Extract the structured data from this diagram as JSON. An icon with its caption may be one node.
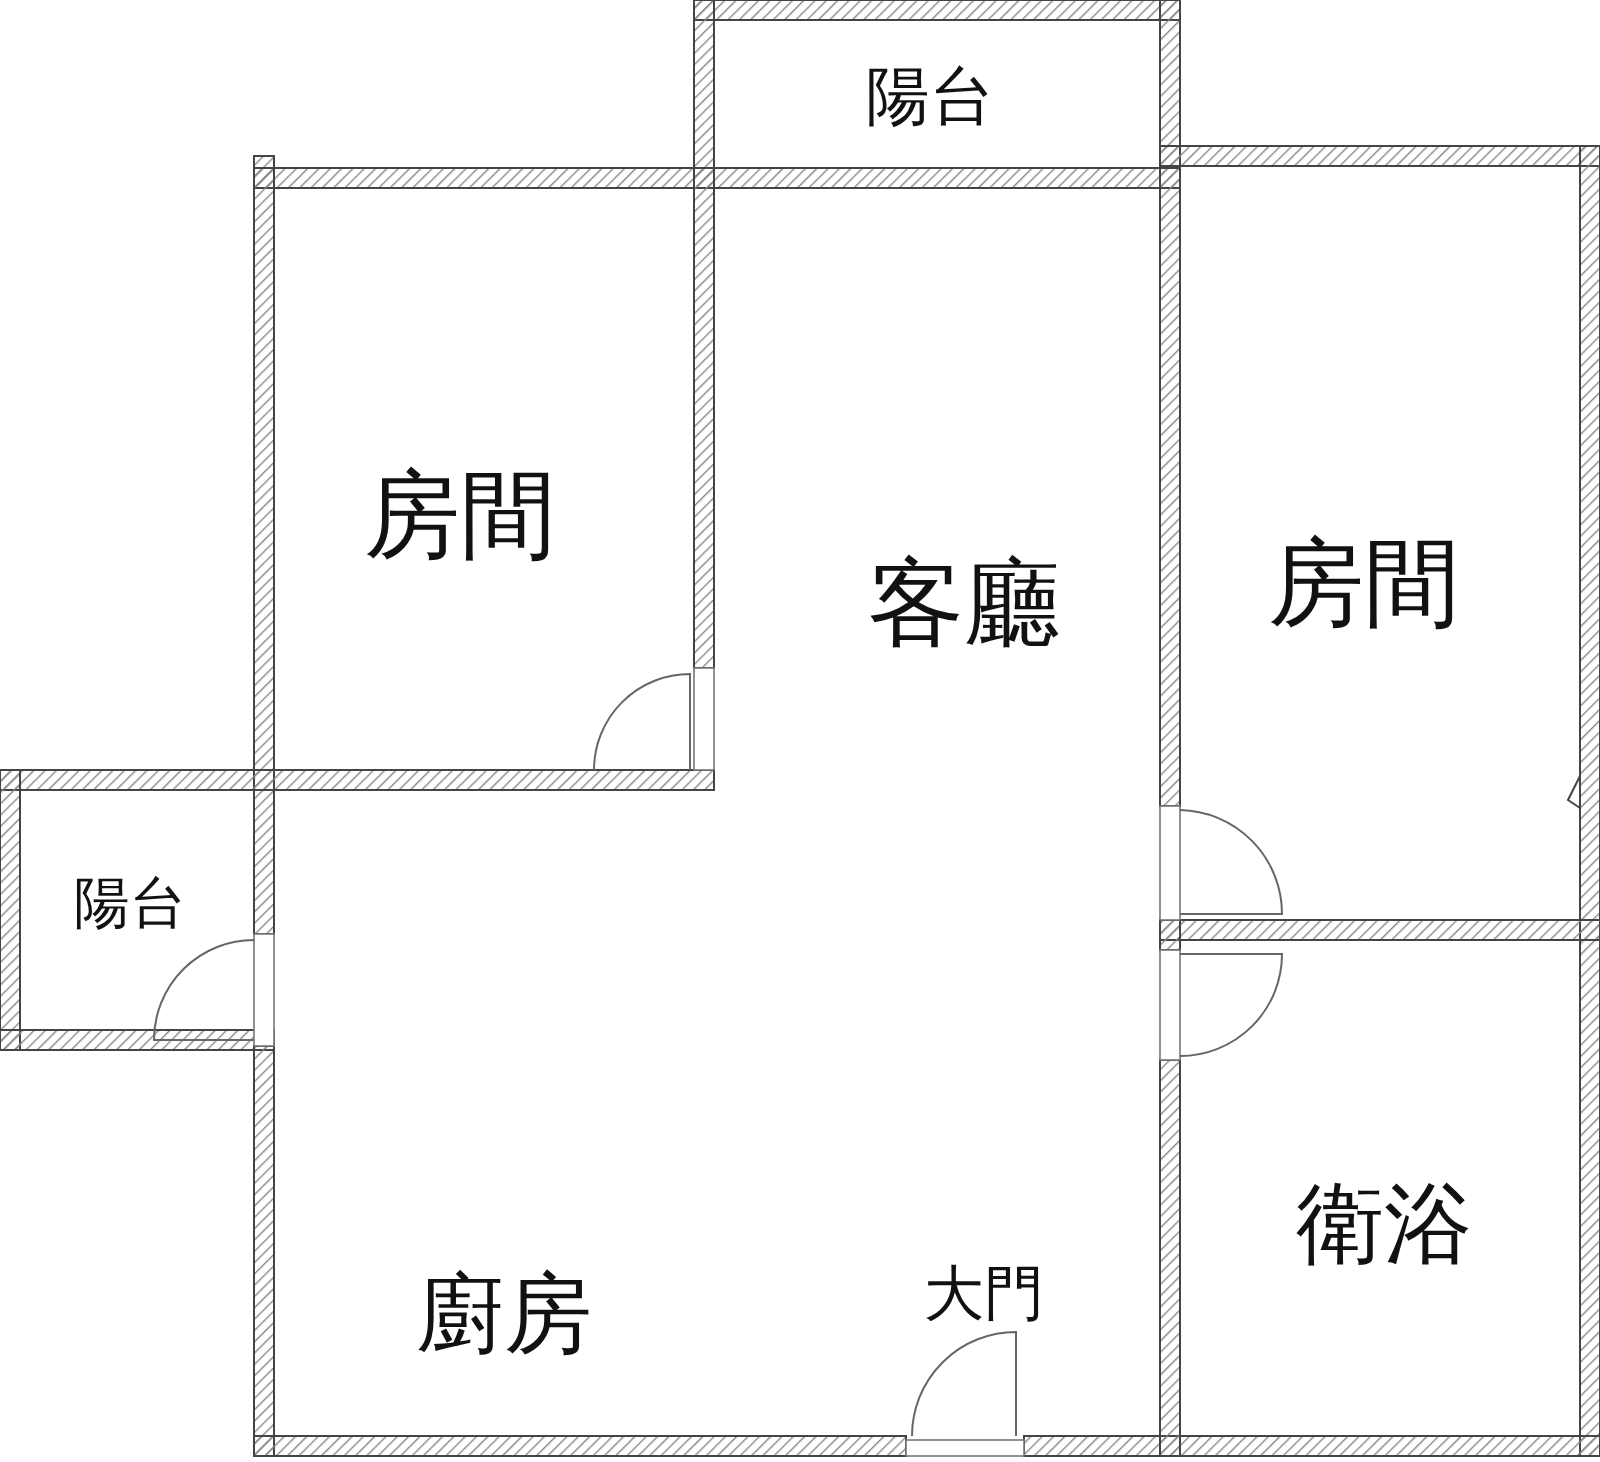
{
  "diagram": {
    "nodes": [
      {
        "text": [
          "陽台"
        ]
      },
      {
        "text": [
          "房間"
        ]
      },
      {
        "text": [
          "客廳"
        ]
      },
      {
        "text": [
          "房間"
        ]
      },
      {
        "text": [
          "陽台"
        ]
      },
      {
        "text": [
          "衛浴"
        ]
      },
      {
        "text": [
          "廚房"
        ]
      }
    ],
    "labels": [
      "大門"
    ]
  }
}
